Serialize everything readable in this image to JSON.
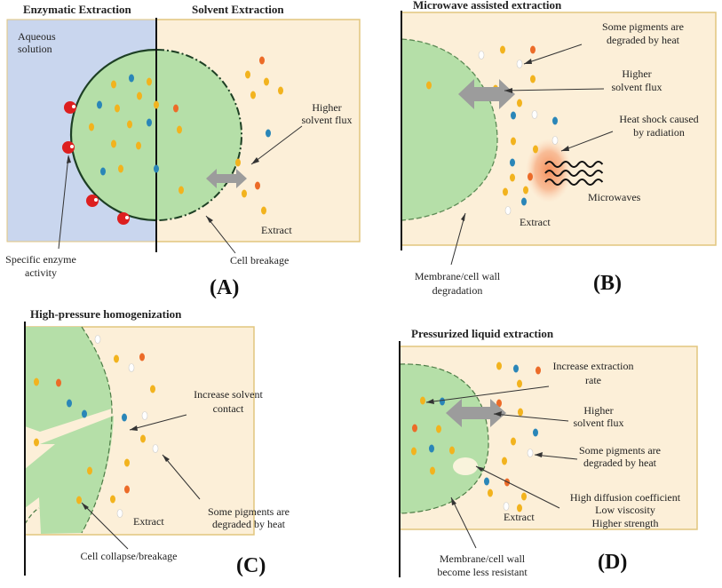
{
  "panels": {
    "a": {
      "title_left": "Enzymatic Extraction",
      "title_right": "Solvent Extraction",
      "aqueous_1": "Aqueous",
      "aqueous_2": "solution",
      "flux_1": "Higher",
      "flux_2": "solvent flux",
      "enzyme_1": "Specific enzyme",
      "enzyme_2": "activity",
      "breakage": "Cell breakage",
      "extract": "Extract",
      "letter": "(A)"
    },
    "b": {
      "title": "Microwave assisted extraction",
      "degraded_1": "Some pigments are",
      "degraded_2": "degraded by heat",
      "flux_1": "Higher",
      "flux_2": "solvent flux",
      "shock_1": "Heat shock caused",
      "shock_2": "by radiation",
      "microwaves": "Microwaves",
      "extract": "Extract",
      "membrane_1": "Membrane/cell wall",
      "membrane_2": "degradation",
      "letter": "(B)"
    },
    "c": {
      "title": "High-pressure homogenization",
      "contact_1": "Increase solvent",
      "contact_2": "contact",
      "degraded_1": "Some pigments are",
      "degraded_2": "degraded by heat",
      "extract": "Extract",
      "collapse": "Cell collapse/breakage",
      "letter": "(C)"
    },
    "d": {
      "title": "Pressurized liquid extraction",
      "rate_1": "Increase extraction",
      "rate_2": "rate",
      "flux_1": "Higher",
      "flux_2": "solvent flux",
      "degraded_1": "Some pigments are",
      "degraded_2": "degraded by heat",
      "props_1": "High diffusion coefficient",
      "props_2": "Low viscosity",
      "props_3": "Higher strength",
      "extract": "Extract",
      "membrane_1": "Membrane/cell wall",
      "membrane_2": "become less resistant",
      "letter": "(D)"
    }
  },
  "colors": {
    "aqueous": "#c9d6ee",
    "medium": "#fcefd8",
    "cell": "#b5dfa8",
    "frame": "#e2c67e",
    "pigment_yellow": "#f2b31e",
    "pigment_orange": "#ec6b28",
    "pigment_blue": "#2a86b8",
    "pigment_white": "#ffffff",
    "enzyme": "#dd1f1f",
    "arrow": "#9c9c9c",
    "heat": "#f5a173"
  }
}
